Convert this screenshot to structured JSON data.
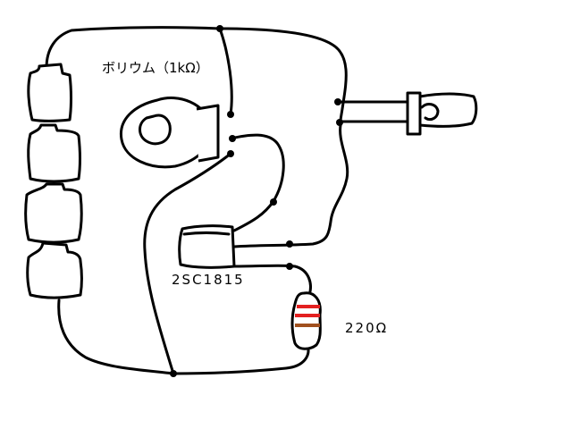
{
  "labels": {
    "potentiometer": "ボリウム（1kΩ）",
    "transistor": "2SC1815",
    "resistor": "220Ω"
  },
  "components": {
    "battery_count": 4,
    "resistor_bands": [
      "red",
      "red",
      "brown"
    ]
  },
  "colors": {
    "line": "#000000",
    "band_red": "#e32020",
    "band_brown": "#a0501e",
    "background": "#ffffff"
  }
}
